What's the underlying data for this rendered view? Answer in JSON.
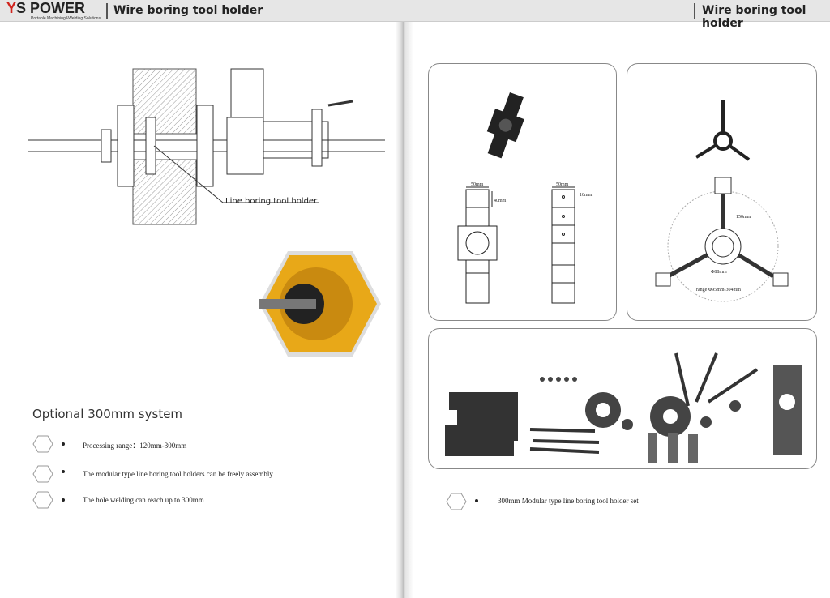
{
  "header": {
    "brand": "S POWER",
    "brand_initial": "Y",
    "tagline": "Portable Machining&Welding Solutions",
    "left_title": "Wire boring tool holder",
    "right_title": "Wire boring tool holder"
  },
  "diagram": {
    "callout": "Line boring tool holder"
  },
  "drawings": {
    "width_a": "50mm",
    "height_a": "40mm",
    "width_b": "50mm",
    "hole_b": "10mm",
    "arm_length": "150mm",
    "bore_dia": "Φ88mm",
    "range": "range Φ95mm-304mm"
  },
  "section": {
    "title": "Optional 300mm system",
    "bullets": [
      "Processing range：120mm-300mm",
      "The modular type line boring tool holders can be freely assembly",
      "The hole welding can reach up to 300mm"
    ]
  },
  "caption": "300mm Modular type line boring tool holder set",
  "colors": {
    "accent": "#d0231c",
    "header_bg": "#e6e6e6"
  }
}
